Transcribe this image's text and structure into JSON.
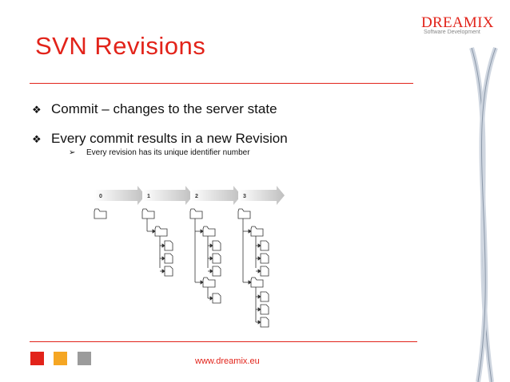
{
  "title": "SVN Revisions",
  "bullets": [
    {
      "text": "Commit – changes to the server state"
    },
    {
      "text": "Every commit results in a new Revision"
    }
  ],
  "sub_bullet": "Every revision has its unique identifier number",
  "diagram": {
    "revisions": [
      "0",
      "1",
      "2",
      "3"
    ]
  },
  "footer": {
    "url": "www.dreamix.eu"
  },
  "logo": {
    "name": "DREAMIX",
    "tagline": "Software Development"
  },
  "colors": {
    "accent": "#e2231a",
    "square_red": "#e2231a",
    "square_orange": "#f5a623",
    "square_gray": "#9b9b9b"
  },
  "icons": {
    "bullet": "diamond-bullet-icon",
    "sub_bullet": "arrowhead-icon"
  }
}
